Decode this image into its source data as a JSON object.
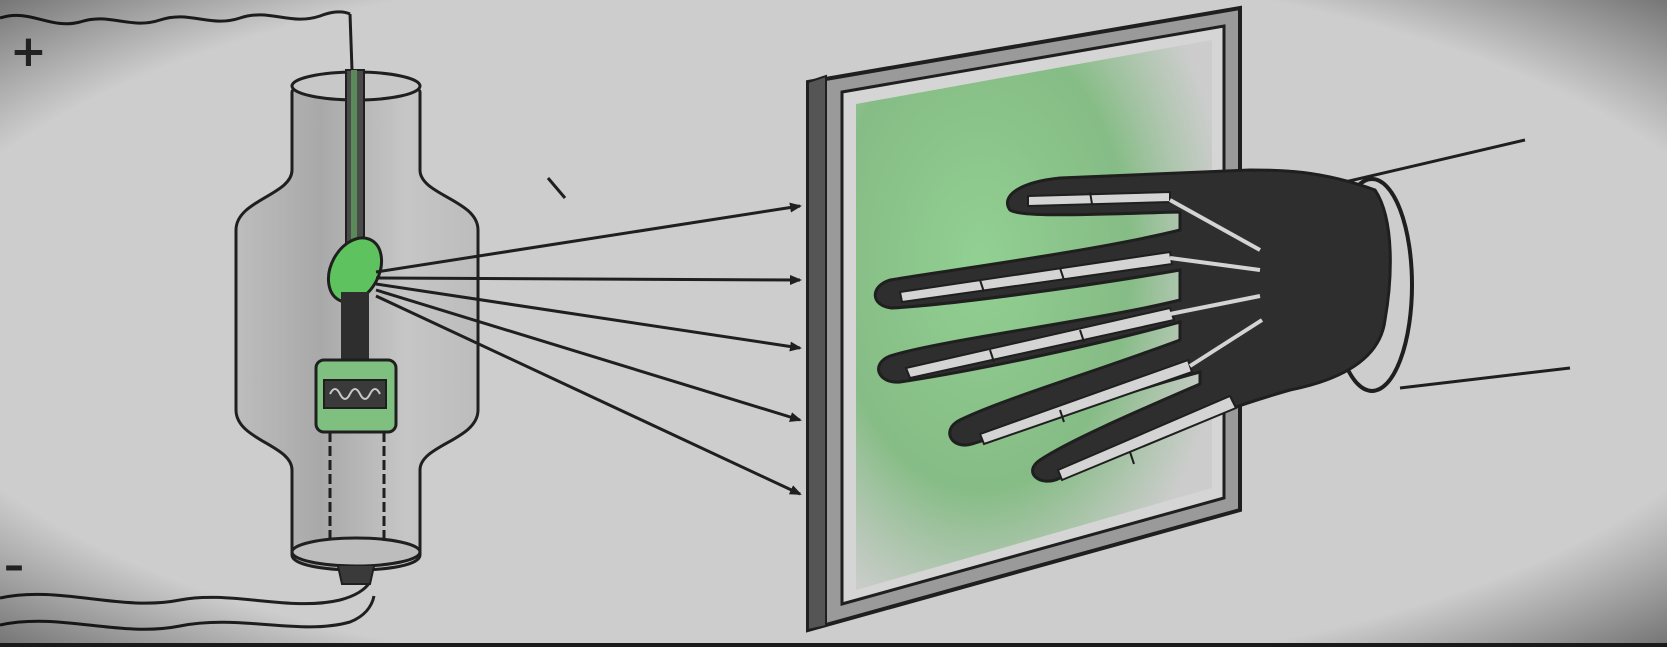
{
  "labels": {
    "anode_terminal": "+",
    "cathode_terminal": "–"
  },
  "colors": {
    "paper": "#cdcdcd",
    "ink": "#1f1f1f",
    "glass_shade": "#b4b4b4",
    "glow_green": "#5ec25e",
    "screen_fluorescence": "#7fbf7f",
    "hand_shadow": "#2e2e2e",
    "bone": "#d4d4d4"
  },
  "diagram": {
    "tube": {
      "name": "x-ray-tube",
      "anode_target": "green-anode",
      "cathode": "filament-cup"
    },
    "rays": {
      "count": 5
    },
    "screen": {
      "name": "fluorescent-screen"
    },
    "hand": {
      "name": "hand-with-visible-bones"
    },
    "sleeve": {
      "name": "sleeve"
    }
  }
}
